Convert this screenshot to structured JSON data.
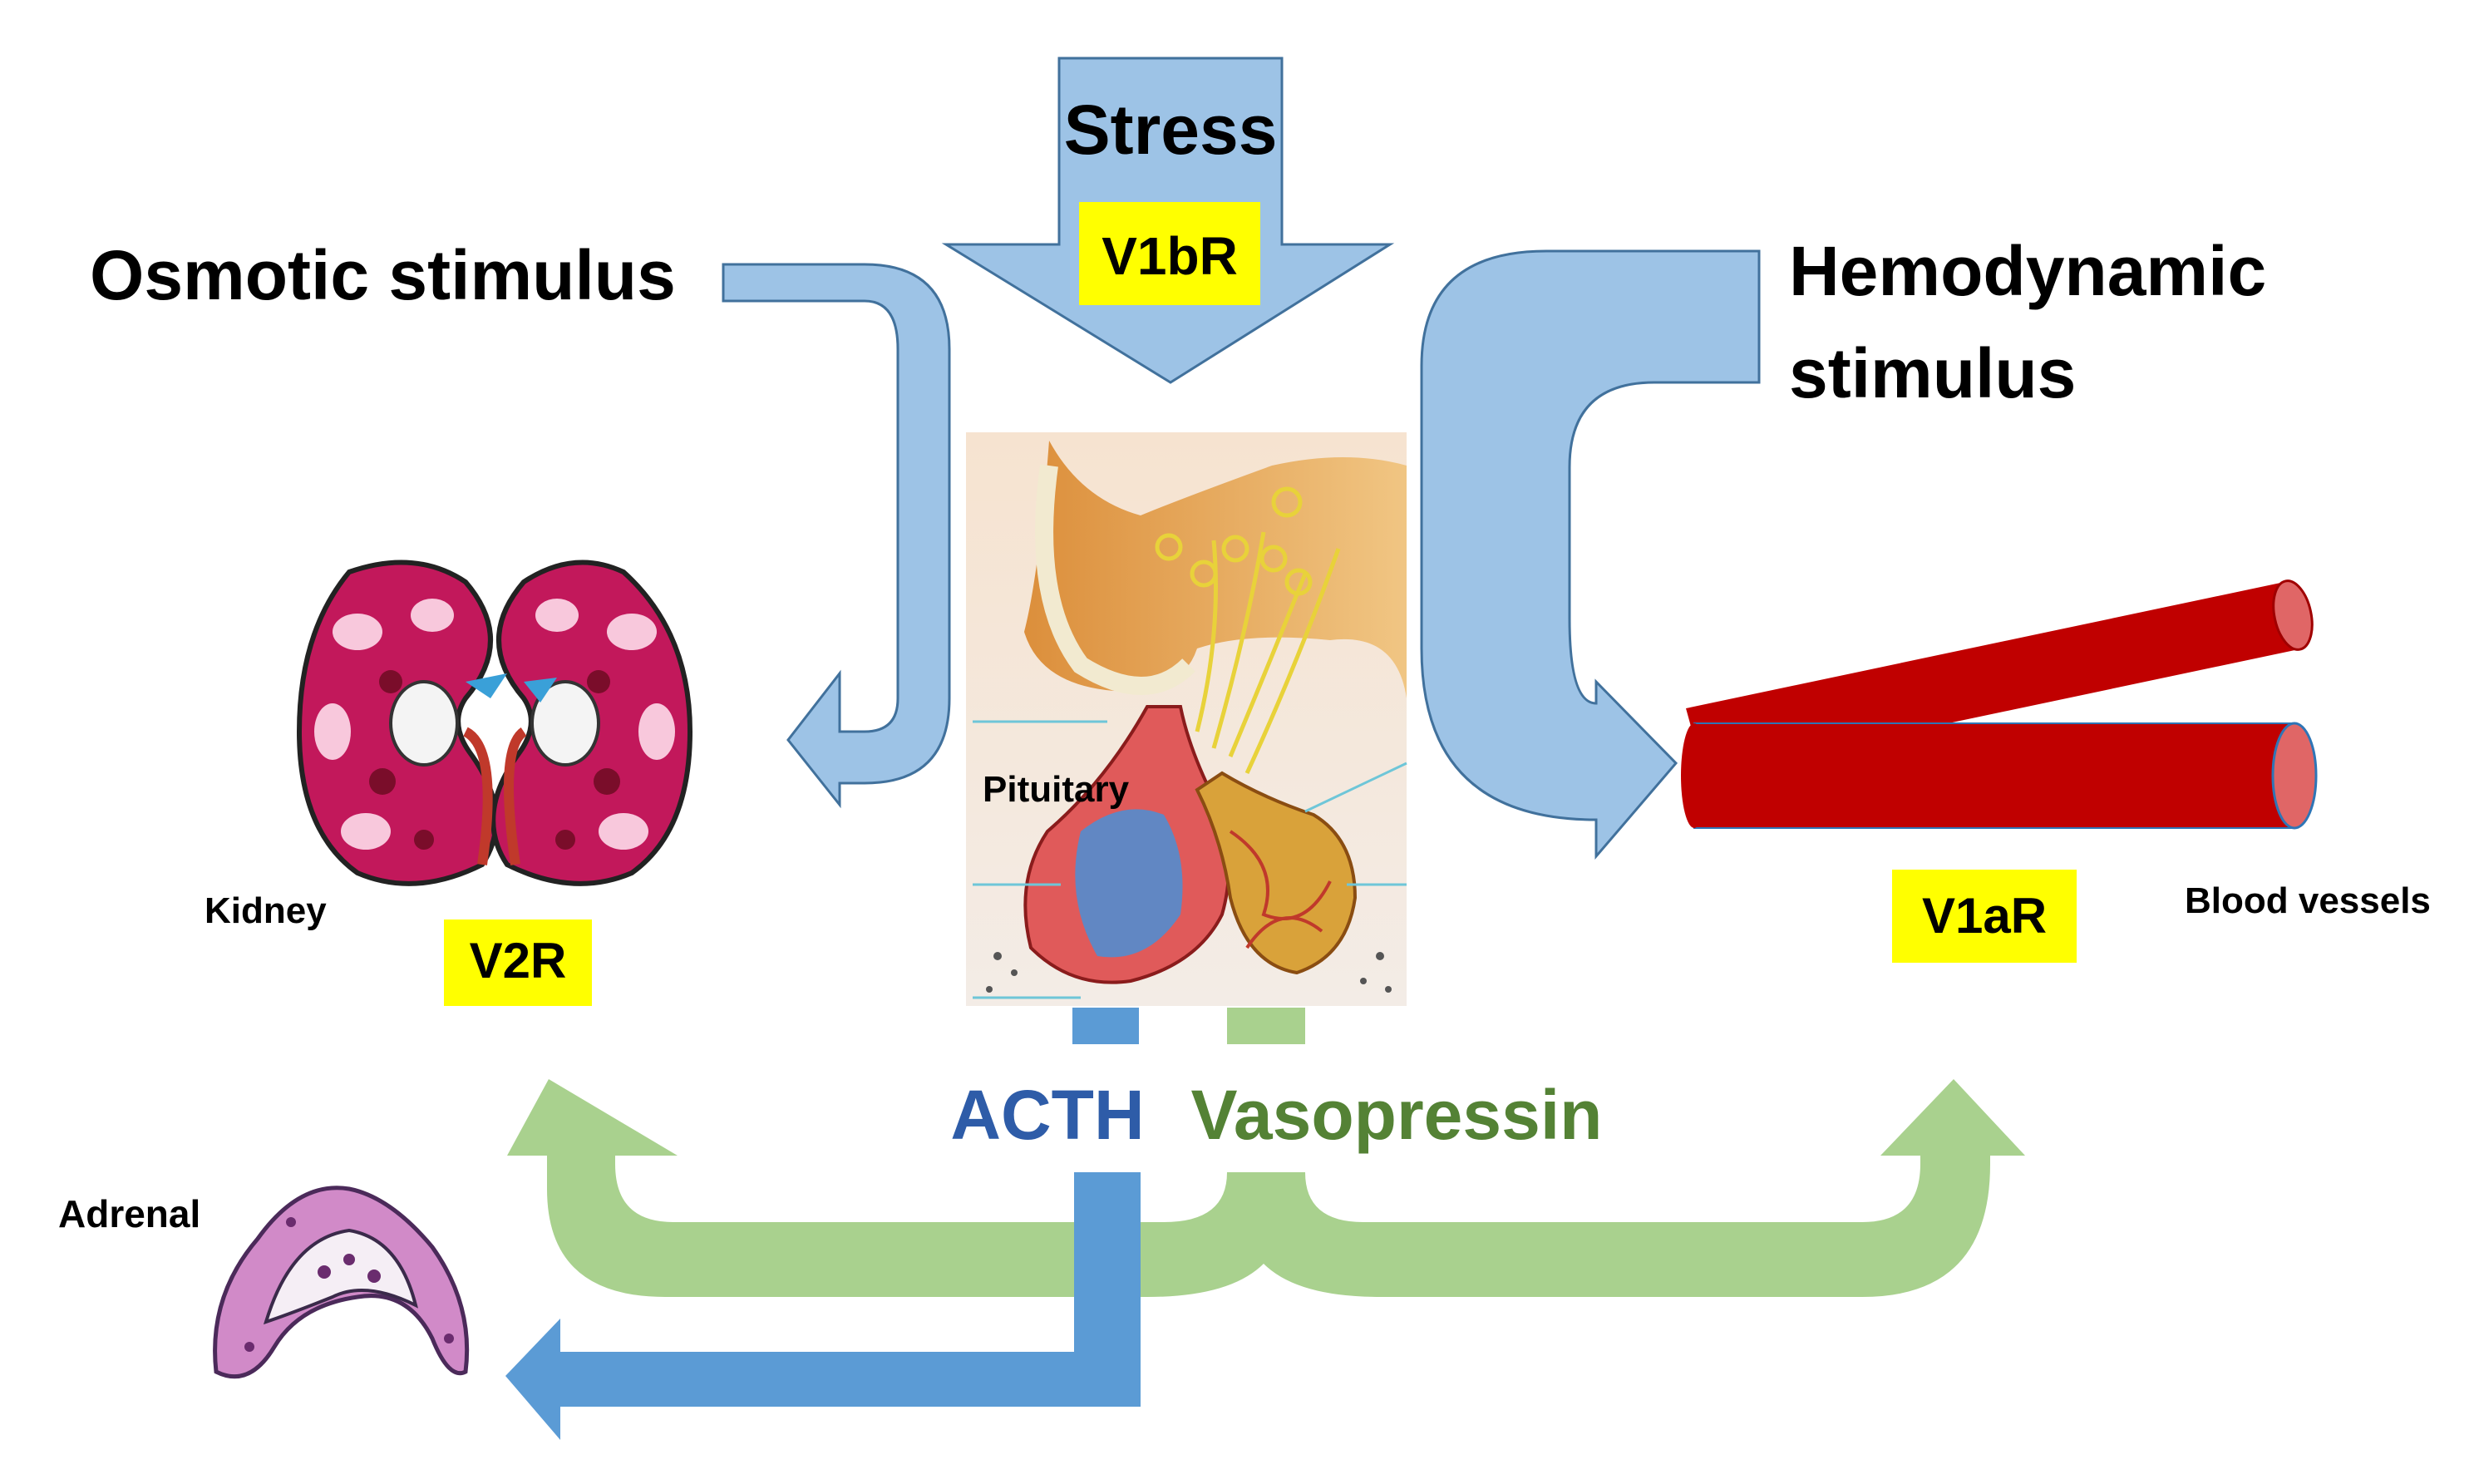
{
  "labels": {
    "stress": "Stress",
    "v1br": "V1bR",
    "osmotic": "Osmotic stimulus",
    "hemodynamic_line1": "Hemodynamic",
    "hemodynamic_line2": "stimulus",
    "pituitary": "Pituitary",
    "kidney": "Kidney",
    "v2r": "V2R",
    "v1ar": "V1aR",
    "blood_vessels": "Blood vessels",
    "acth": "ACTH",
    "vasopressin": "Vasopressin",
    "adrenal": "Adrenal"
  },
  "colors": {
    "arrow_light_blue": "#9dc3e6",
    "arrow_blue": "#5b9bd5",
    "arrow_green": "#a9d18e",
    "highlight_yellow": "#ffff00",
    "acth_text": "#2e5ca8",
    "vasopressin_text": "#548235",
    "vessel_red": "#c00000",
    "vessel_end": "#e06666"
  }
}
